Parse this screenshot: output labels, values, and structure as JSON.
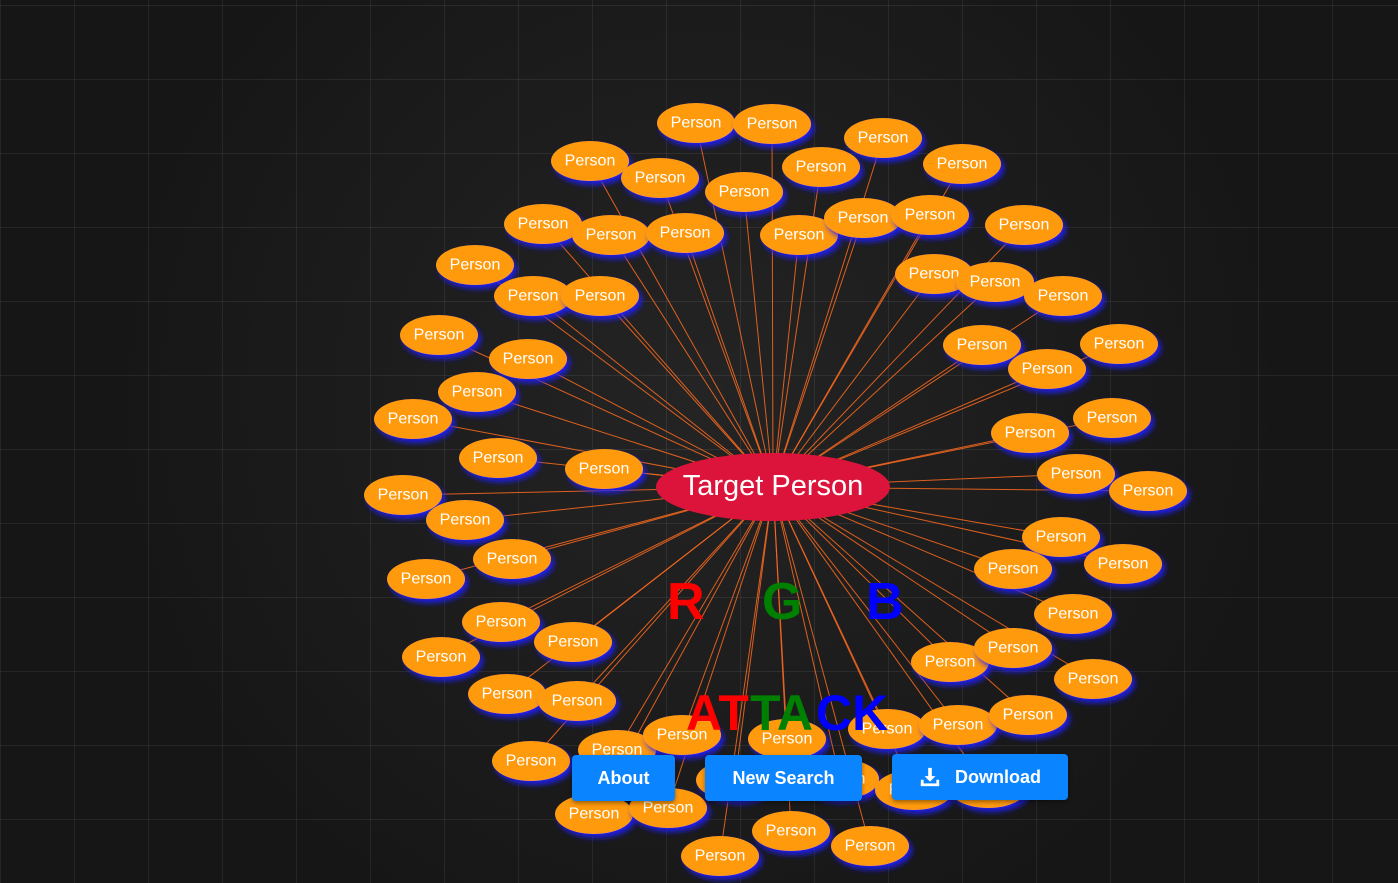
{
  "graph": {
    "center": {
      "label": "Target Person",
      "color": "#dc143c"
    },
    "node_label": "Person",
    "node_color": "#ff9a0e",
    "edge_color": "#ff6b1f",
    "glow_color": "#1a1aff"
  },
  "logo": {
    "letters": [
      {
        "char": "R",
        "color": "#ff0000"
      },
      {
        "char": "G",
        "color": "#008000"
      },
      {
        "char": "B",
        "color": "#0000ff"
      }
    ],
    "word": [
      {
        "text": "AT",
        "color": "#ff0000"
      },
      {
        "text": "TA",
        "color": "#008000"
      },
      {
        "text": "CK",
        "color": "#0000ff"
      }
    ]
  },
  "toolbar": {
    "about_label": "About",
    "new_search_label": "New Search",
    "download_label": "Download",
    "download_icon": "download-icon"
  }
}
